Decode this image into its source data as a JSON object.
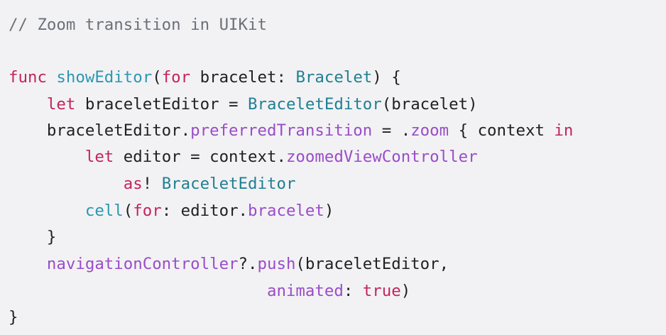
{
  "colors": {
    "background": "#f2f2f4",
    "comment": "#6c7079",
    "keyword": "#c4245a",
    "type": "#1f7f93",
    "method": "#2d97b0",
    "property": "#9a4cc8",
    "plain": "#1f1f24"
  },
  "code": {
    "lines": [
      [
        {
          "t": "// Zoom transition in UIKit",
          "k": "comment"
        }
      ],
      [],
      [
        {
          "t": "func",
          "k": "keyword"
        },
        {
          "t": " ",
          "k": "plain"
        },
        {
          "t": "showEditor",
          "k": "method"
        },
        {
          "t": "(",
          "k": "plain"
        },
        {
          "t": "for",
          "k": "keyword"
        },
        {
          "t": " bracelet: ",
          "k": "plain"
        },
        {
          "t": "Bracelet",
          "k": "type"
        },
        {
          "t": ") {",
          "k": "plain"
        }
      ],
      [
        {
          "t": "    ",
          "k": "plain"
        },
        {
          "t": "let",
          "k": "keyword"
        },
        {
          "t": " braceletEditor = ",
          "k": "plain"
        },
        {
          "t": "BraceletEditor",
          "k": "type"
        },
        {
          "t": "(bracelet)",
          "k": "plain"
        }
      ],
      [
        {
          "t": "    braceletEditor.",
          "k": "plain"
        },
        {
          "t": "preferredTransition",
          "k": "property"
        },
        {
          "t": " = .",
          "k": "plain"
        },
        {
          "t": "zoom",
          "k": "property"
        },
        {
          "t": " { context ",
          "k": "plain"
        },
        {
          "t": "in",
          "k": "keyword"
        }
      ],
      [
        {
          "t": "        ",
          "k": "plain"
        },
        {
          "t": "let",
          "k": "keyword"
        },
        {
          "t": " editor = context.",
          "k": "plain"
        },
        {
          "t": "zoomedViewController",
          "k": "property"
        }
      ],
      [
        {
          "t": "            ",
          "k": "plain"
        },
        {
          "t": "as",
          "k": "keyword"
        },
        {
          "t": "! ",
          "k": "plain"
        },
        {
          "t": "BraceletEditor",
          "k": "type"
        }
      ],
      [
        {
          "t": "        ",
          "k": "plain"
        },
        {
          "t": "cell",
          "k": "method"
        },
        {
          "t": "(",
          "k": "plain"
        },
        {
          "t": "for",
          "k": "keyword"
        },
        {
          "t": ": editor.",
          "k": "plain"
        },
        {
          "t": "bracelet",
          "k": "property"
        },
        {
          "t": ")",
          "k": "plain"
        }
      ],
      [
        {
          "t": "    }",
          "k": "plain"
        }
      ],
      [
        {
          "t": "    ",
          "k": "plain"
        },
        {
          "t": "navigationController",
          "k": "property"
        },
        {
          "t": "?.",
          "k": "plain"
        },
        {
          "t": "push",
          "k": "property"
        },
        {
          "t": "(braceletEditor,",
          "k": "plain"
        }
      ],
      [
        {
          "t": "                           ",
          "k": "plain"
        },
        {
          "t": "animated",
          "k": "property"
        },
        {
          "t": ": ",
          "k": "plain"
        },
        {
          "t": "true",
          "k": "keyword"
        },
        {
          "t": ")",
          "k": "plain"
        }
      ],
      [
        {
          "t": "}",
          "k": "plain"
        }
      ]
    ]
  }
}
